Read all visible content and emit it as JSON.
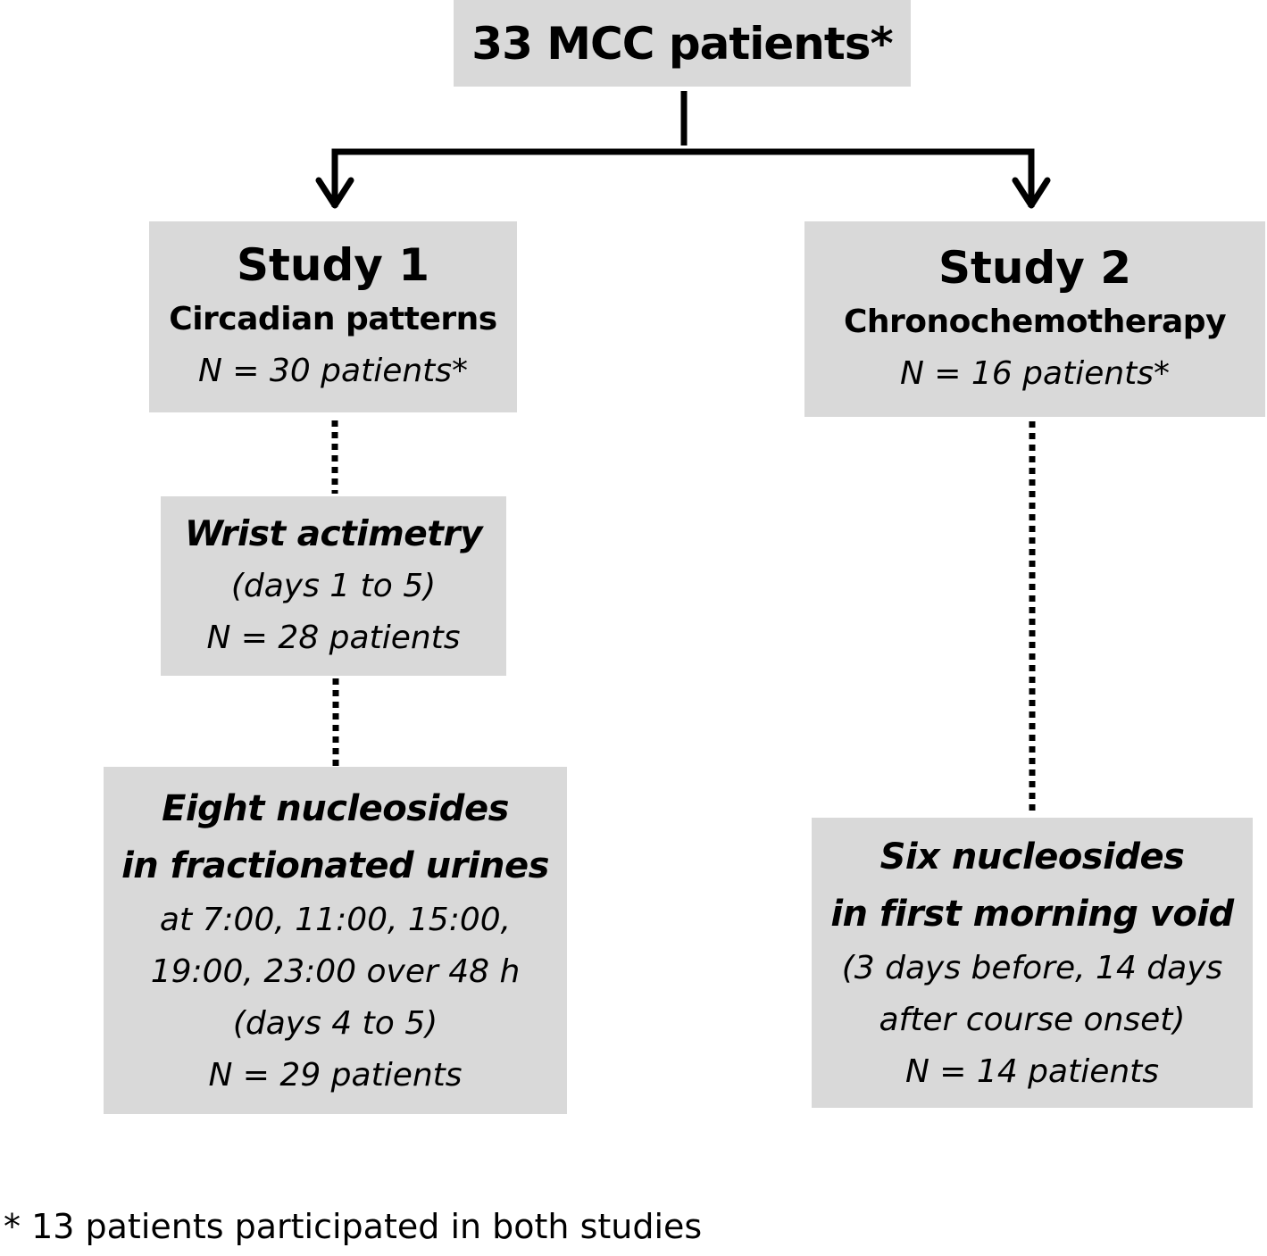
{
  "top_box": {
    "label": "33 MCC patients*"
  },
  "study1": {
    "title": "Study 1",
    "subtitle": "Circadian patterns",
    "n": "N = 30 patients*",
    "wrist": {
      "title": "Wrist actimetry",
      "days": "(days 1 to 5)",
      "n": "N = 28 patients"
    },
    "nucleosides": {
      "title_line1": "Eight nucleosides",
      "title_line2": "in fractionated urines",
      "detail_line1": "at 7:00, 11:00, 15:00,",
      "detail_line2": "19:00, 23:00 over 48 h",
      "days": "(days 4 to 5)",
      "n": "N = 29 patients"
    }
  },
  "study2": {
    "title": "Study 2",
    "subtitle": "Chronochemotherapy",
    "n": "N = 16 patients*",
    "nucleosides": {
      "title_line1": "Six nucleosides",
      "title_line2": "in first morning void",
      "detail_line1": "(3 days before, 14 days",
      "detail_line2": "after course onset)",
      "n": "N = 14 patients"
    }
  },
  "footnote": "* 13 patients participated in both studies",
  "colors": {
    "box_fill": "#d9d9d9",
    "line": "#000000",
    "text": "#000000"
  }
}
